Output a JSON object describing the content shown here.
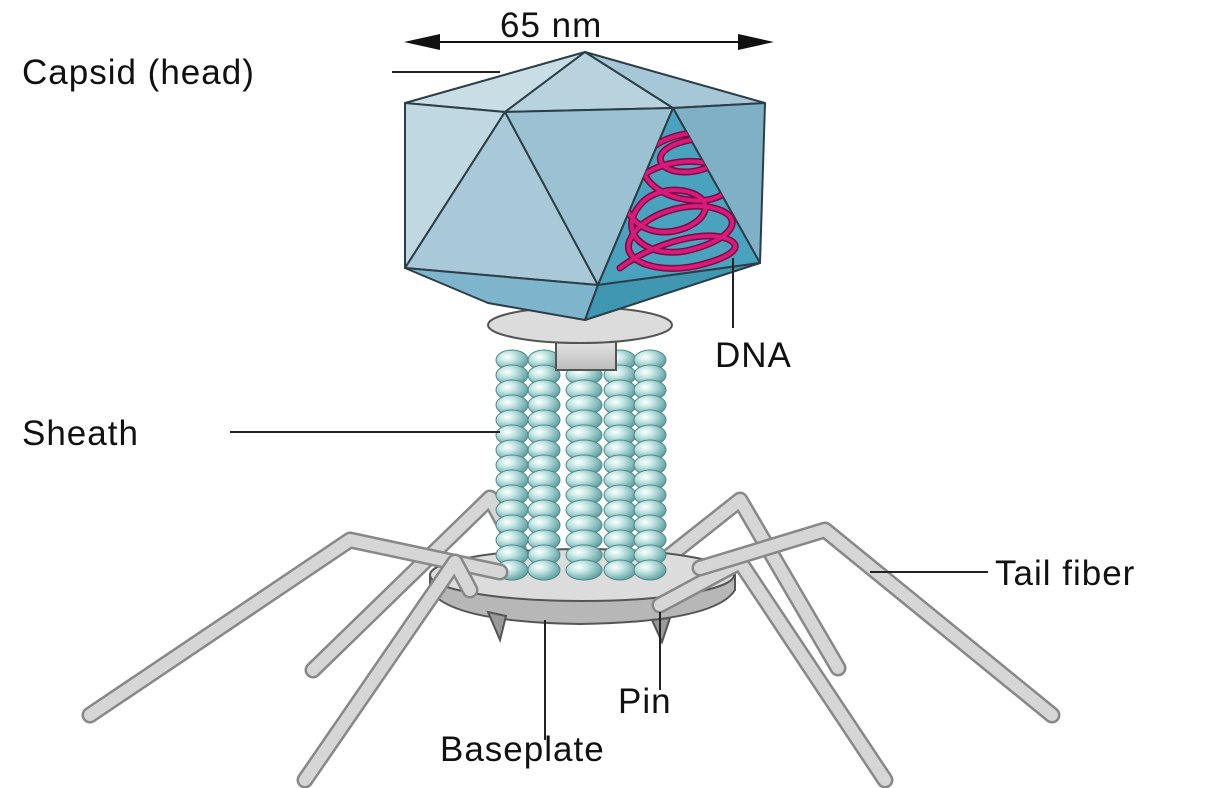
{
  "diagram": {
    "scale_label": "65 nm",
    "labels": {
      "capsid": "Capsid (head)",
      "dna": "DNA",
      "sheath": "Sheath",
      "tail_fiber": "Tail fiber",
      "pin": "Pin",
      "baseplate": "Baseplate"
    }
  },
  "colors": {
    "capsid_light": "#c9dde5",
    "capsid_mid": "#a9c9d8",
    "capsid_dark": "#7fb0c6",
    "capsid_bottom": "#3f97b2",
    "dna": "#c8136e",
    "sheath_bead": "#9fd1cf",
    "fiber": "#d4d4d4",
    "baseplate": "#cdcdcd"
  }
}
